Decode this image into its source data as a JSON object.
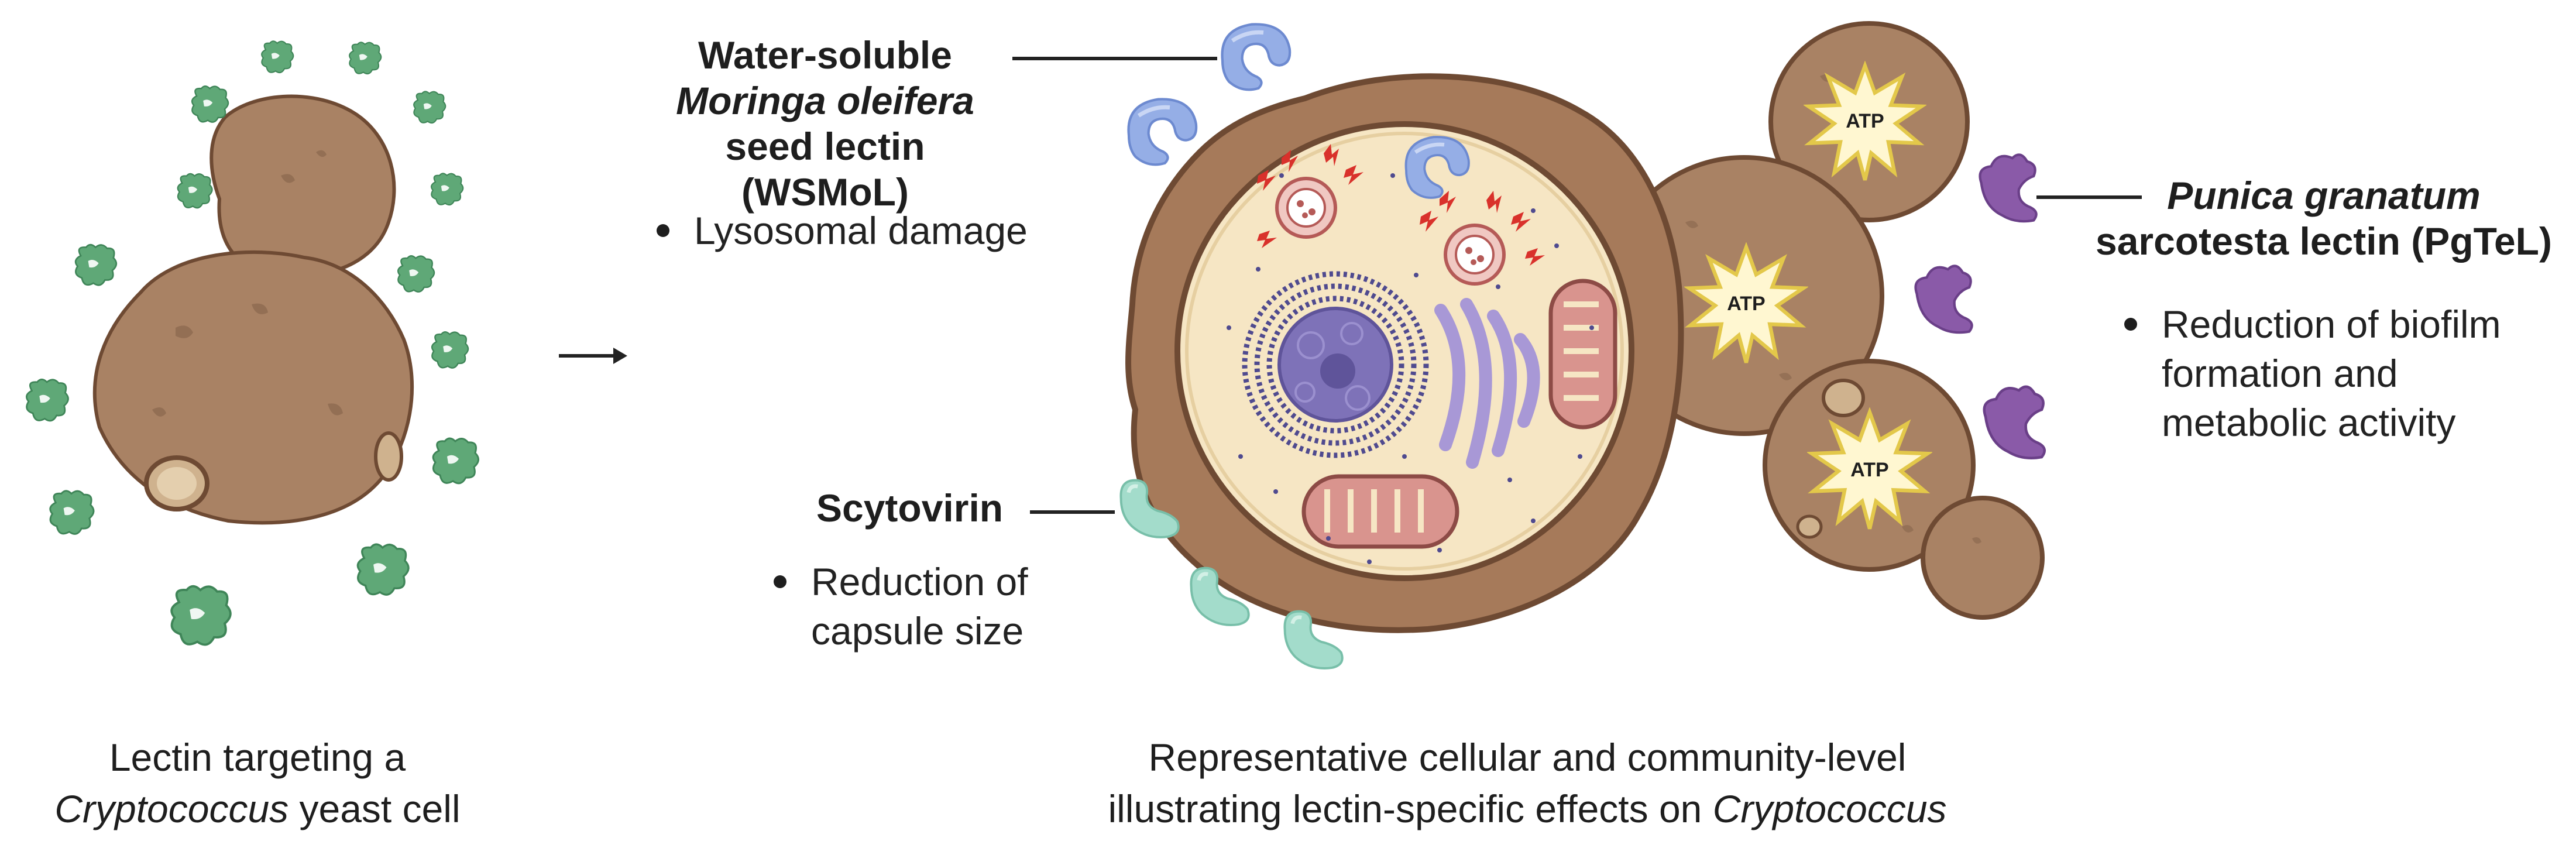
{
  "left_panel": {
    "caption_line1": "Lectin targeting a",
    "caption_line2_italic": "Cryptococcus",
    "caption_line2_rest": " yeast cell"
  },
  "right_panel": {
    "caption_line1": "Representative cellular and community-level",
    "caption_line2_start": "illustrating lectin-specific effects on ",
    "caption_line2_italic": "Cryptococcus"
  },
  "wsmol": {
    "title_line1": "Water-soluble",
    "title_line2_italic": "Moringa oleifera",
    "title_line3": "seed lectin (WSMoL)",
    "effect": "Lysosomal damage"
  },
  "scytovirin": {
    "title": "Scytovirin",
    "effect_line1": "Reduction of",
    "effect_line2": "capsule size"
  },
  "pgtel": {
    "title_line1_italic": "Punica granatum",
    "title_line2": "sarcotesta lectin (PgTeL)",
    "effect_line1": "Reduction of biofilm",
    "effect_line2": "formation and",
    "effect_line3": "metabolic activity"
  },
  "atp_labels": [
    "ATP",
    "ATP",
    "ATP"
  ],
  "colors": {
    "yeast_fill": "#a98264",
    "yeast_stroke": "#6e4a33",
    "cytoplasm": "#f6e6c4",
    "nucleus": "#7e72b8",
    "green_lectin": "#5fa877",
    "blue_lectin": "#8fa9e3",
    "teal_lectin": "#9fd8c6",
    "purple_lectin": "#8a5aa8",
    "mitochondria": "#d9948e"
  }
}
